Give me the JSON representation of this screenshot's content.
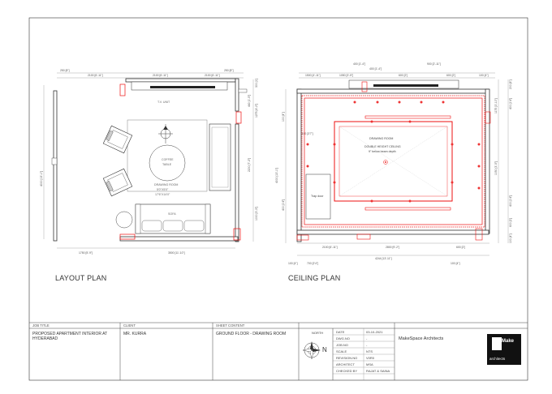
{
  "layout_plan": {
    "title": "LAYOUT PLAN",
    "room_label": [
      "DRAWING ROOM",
      "5'0\"X5'0\"",
      "17'6\"X14'0\""
    ],
    "table_label": [
      "COFFEE",
      "TABLE"
    ],
    "sofa_label": "SOFA",
    "tv_label": "T.V. UNIT",
    "dims_top": [
      "250 [8\"]",
      "2100 [6'-11\"]",
      "2100 [6'-11\"]",
      "2100 [6'-11\"]",
      "250 [8\"]"
    ],
    "dims_bottom": [
      "1750 [5'-9\"]",
      "3500 [11'-10\"]"
    ],
    "dims_left": [
      "4000 [13'-1\"]"
    ],
    "dims_right": [
      "300 [1']",
      "440 [1'-5\"]",
      "1275 [4'-2\"]",
      "2200 [7'-3\"]",
      "1000 [3'-3\"]"
    ]
  },
  "ceiling_plan": {
    "title": "CEILING PLAN",
    "room_label": [
      "DRAWING ROOM",
      "DOUBLE HEIGHT CEILING",
      "9\" below beam depth"
    ],
    "trapdoor_label": "Trap door",
    "dims_top": [
      "400 [1'-4\"]",
      "400 [1'-4\"]",
      "1500 [4'-11\"]",
      "1050 [3'-5\"]",
      "600 [2']",
      "900 [2'-11\"]",
      "600 [2']",
      "100 [4\"]"
    ],
    "dims_bottom": [
      "2100 [6'-11\"]",
      "2800 [9'-2\"]",
      "600 [2']",
      "4244 [13'-11\"]",
      "100 [4\"]",
      "100 [4\"]",
      "700 [2'4\"]"
    ],
    "dims_left": [
      "1100 [3'7\"]",
      "400 [1'4\"]",
      "4000 [13'-1\"]",
      "100 [4\"]"
    ],
    "dims_right": [
      "200 [8\"]",
      "1175 [3'-10\"]",
      "400 [1'4\"]",
      "1050 [3'-5\"]",
      "400 [1'4\"]",
      "600 [2']",
      "100 [4\"]"
    ]
  },
  "title_block": {
    "job_title_header": "JOB TITLE",
    "job_title": "PROPOSED APARTMENT INTERIOR AT HYDERABAD",
    "client_header": "CLIENT",
    "client": "MR. KURRA",
    "sheet_content_header": "SHEET CONTENT",
    "sheet_content": "GROUND FLOOR - DRAWING ROOM",
    "north_label": "NORTH",
    "north_letter": "N",
    "fields": [
      {
        "label": "DATE",
        "value": "03-10-2021"
      },
      {
        "label": "DWG.NO",
        "value": "-"
      },
      {
        "label": "JOB.NO",
        "value": "-"
      },
      {
        "label": "SCALE",
        "value": "NTS"
      },
      {
        "label": "REVISION.NO",
        "value": "V0R0"
      },
      {
        "label": "ARCHITECT",
        "value": "MSA"
      },
      {
        "label": "CHECKED BY",
        "value": "RAJAT & SAINA"
      }
    ],
    "firm_name": "MakeSpace Architects",
    "logo_text_top": "Make",
    "logo_text_bottom": "architects",
    "colors": {
      "line": "#444444",
      "accent": "#ee2222",
      "logo_bg": "#111111"
    }
  }
}
